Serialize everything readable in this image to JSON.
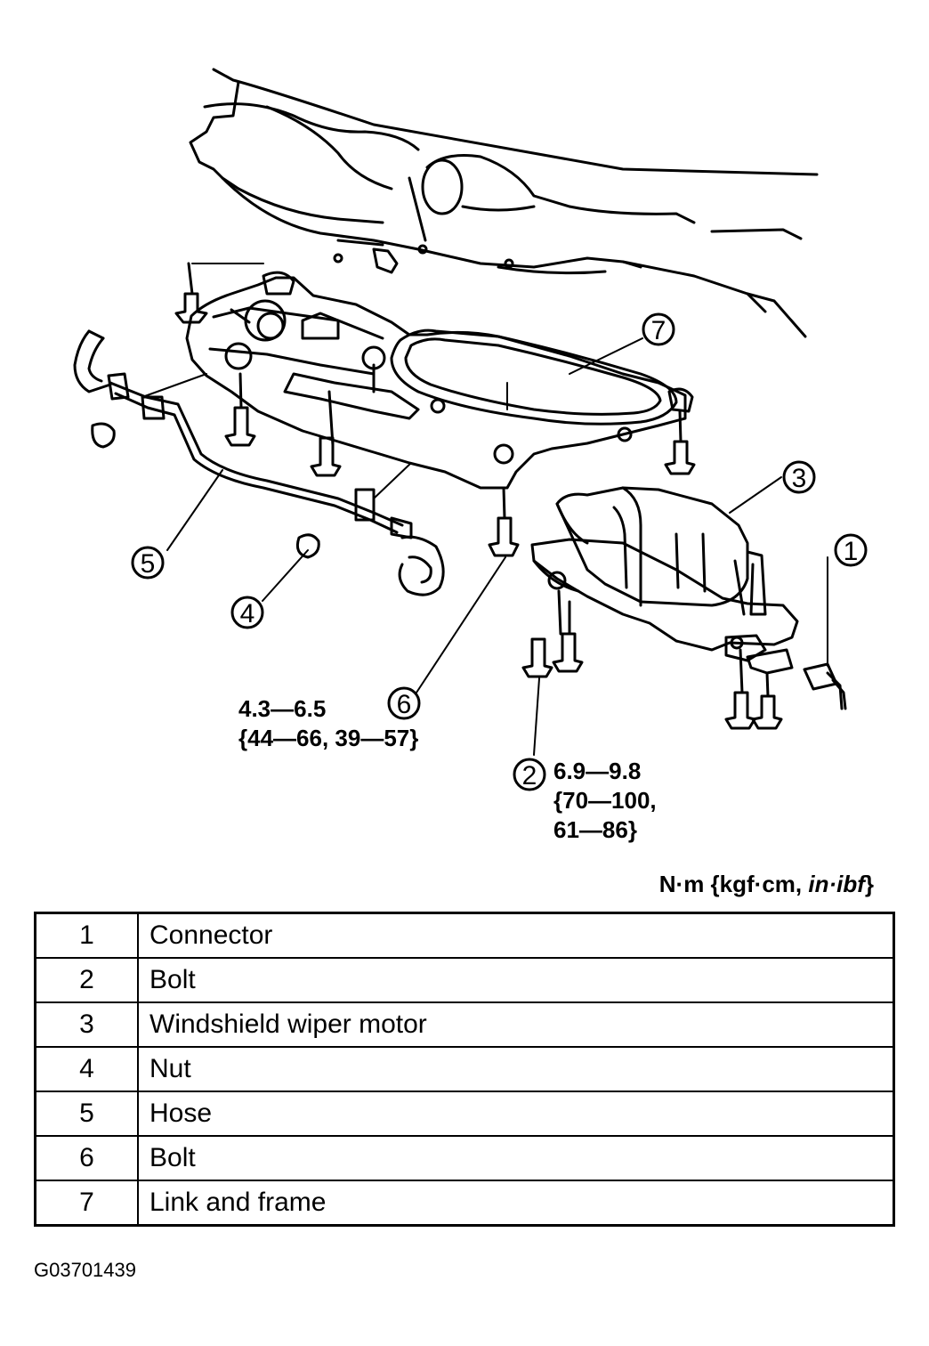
{
  "callouts": [
    "1",
    "2",
    "3",
    "4",
    "5",
    "6",
    "7"
  ],
  "torque_bolt_6": "4.3—6.5\n{44—66, 39—57}",
  "torque_bolt_2": "6.9—9.8\n{70—100,\n61—86}",
  "units": {
    "prefix": "N·m {kgf·cm, ",
    "imperial": "in·ibf",
    "suffix": "}"
  },
  "legend": [
    {
      "num": "1",
      "name": "Connector"
    },
    {
      "num": "2",
      "name": "Bolt"
    },
    {
      "num": "3",
      "name": "Windshield wiper motor"
    },
    {
      "num": "4",
      "name": "Nut"
    },
    {
      "num": "5",
      "name": "Hose"
    },
    {
      "num": "6",
      "name": "Bolt"
    },
    {
      "num": "7",
      "name": "Link and frame"
    }
  ],
  "figure_code": "G03701439"
}
